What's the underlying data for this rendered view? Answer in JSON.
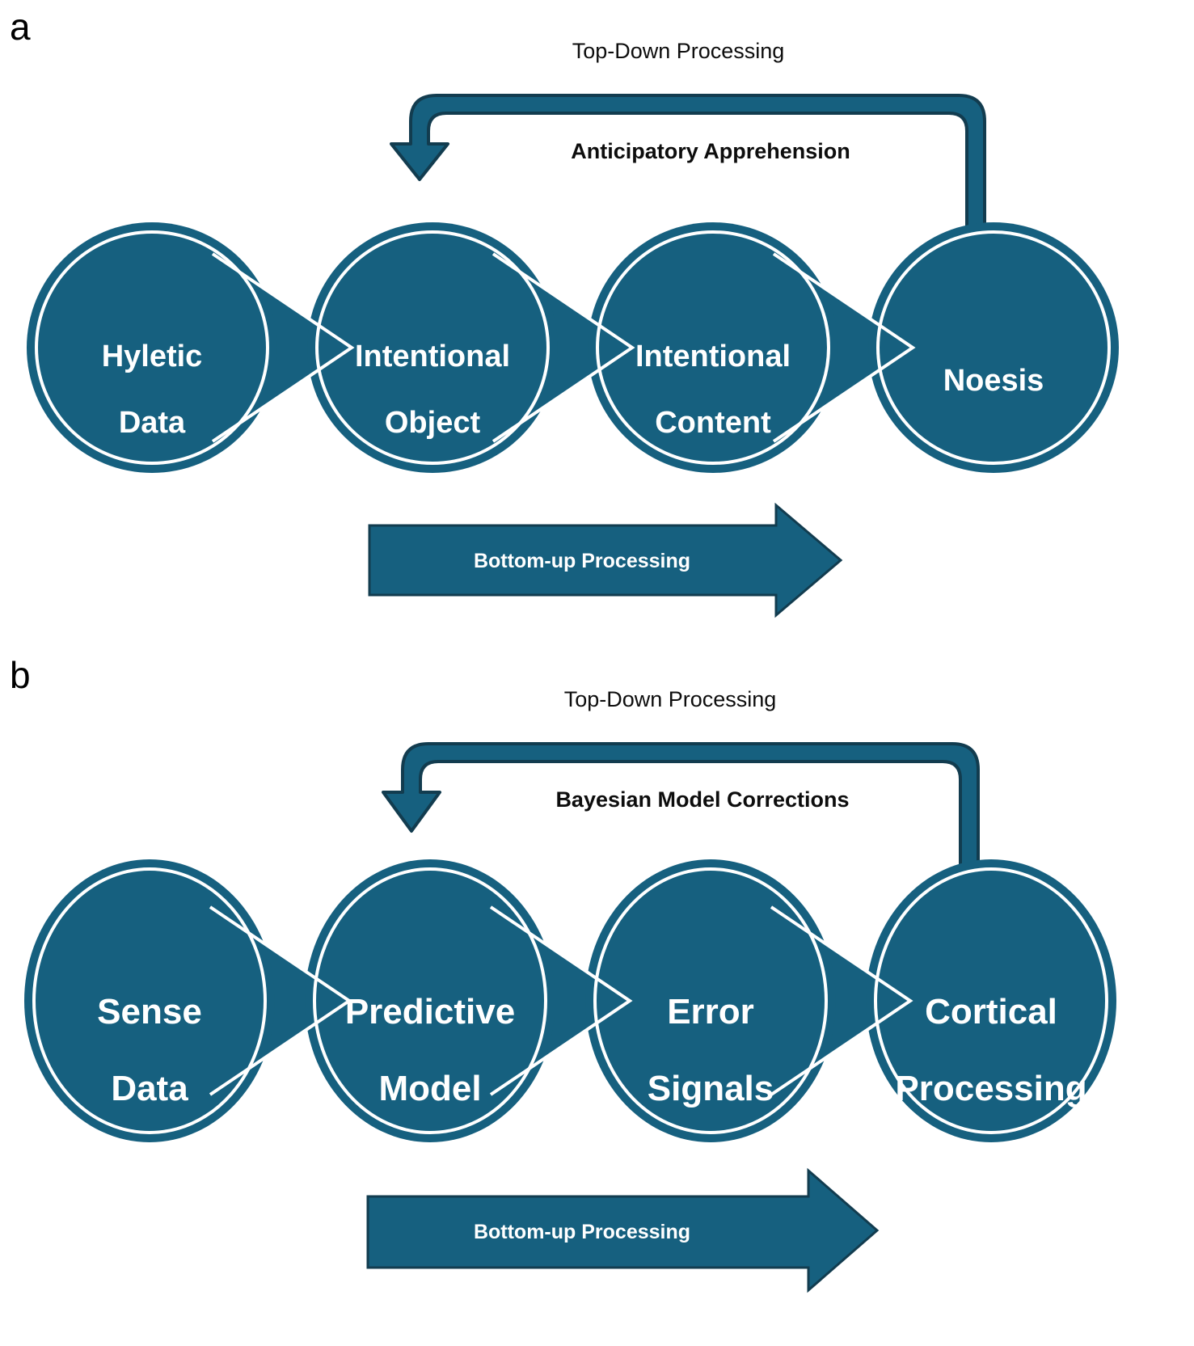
{
  "figure": {
    "background": "#ffffff",
    "accent_teal": "#16607F",
    "accent_outline": "#123C4F",
    "text_dark": "#0d0d0d",
    "text_light": "#ffffff"
  },
  "panels": [
    {
      "id": "a",
      "label": "a",
      "top_down_label": "Top-Down Processing",
      "feedback_label": "Anticipatory Apprehension",
      "bottom_up_label": "Bottom-up Processing",
      "nodes": [
        {
          "line1": "Hyletic",
          "line2": "Data"
        },
        {
          "line1": "Intentional",
          "line2": "Object"
        },
        {
          "line1": "Intentional",
          "line2": "Content"
        },
        {
          "line1": "Noesis",
          "line2": ""
        }
      ]
    },
    {
      "id": "b",
      "label": "b",
      "top_down_label": "Top-Down Processing",
      "feedback_label": "Bayesian Model Corrections",
      "bottom_up_label": "Bottom-up Processing",
      "nodes": [
        {
          "line1": "Sense",
          "line2": "Data"
        },
        {
          "line1": "Predictive",
          "line2": "Model"
        },
        {
          "line1": "Error",
          "line2": "Signals"
        },
        {
          "line1": "Cortical",
          "line2": "Processing"
        }
      ]
    }
  ],
  "chart_data": {
    "type": "diagram",
    "title": "Comparison of phenomenological and predictive-processing pipelines",
    "flows": [
      {
        "panel": "a",
        "sequence": [
          "Hyletic Data",
          "Intentional Object",
          "Intentional Content",
          "Noesis"
        ],
        "forward_direction_label": "Bottom-up Processing",
        "feedback_direction_label": "Top-Down Processing",
        "feedback_mechanism": "Anticipatory Apprehension",
        "feedback_from": "Noesis",
        "feedback_to": "Intentional Object"
      },
      {
        "panel": "b",
        "sequence": [
          "Sense Data",
          "Predictive Model",
          "Error Signals",
          "Cortical Processing"
        ],
        "forward_direction_label": "Bottom-up Processing",
        "feedback_direction_label": "Top-Down Processing",
        "feedback_mechanism": "Bayesian Model Corrections",
        "feedback_from": "Cortical Processing",
        "feedback_to": "Predictive Model"
      }
    ]
  }
}
